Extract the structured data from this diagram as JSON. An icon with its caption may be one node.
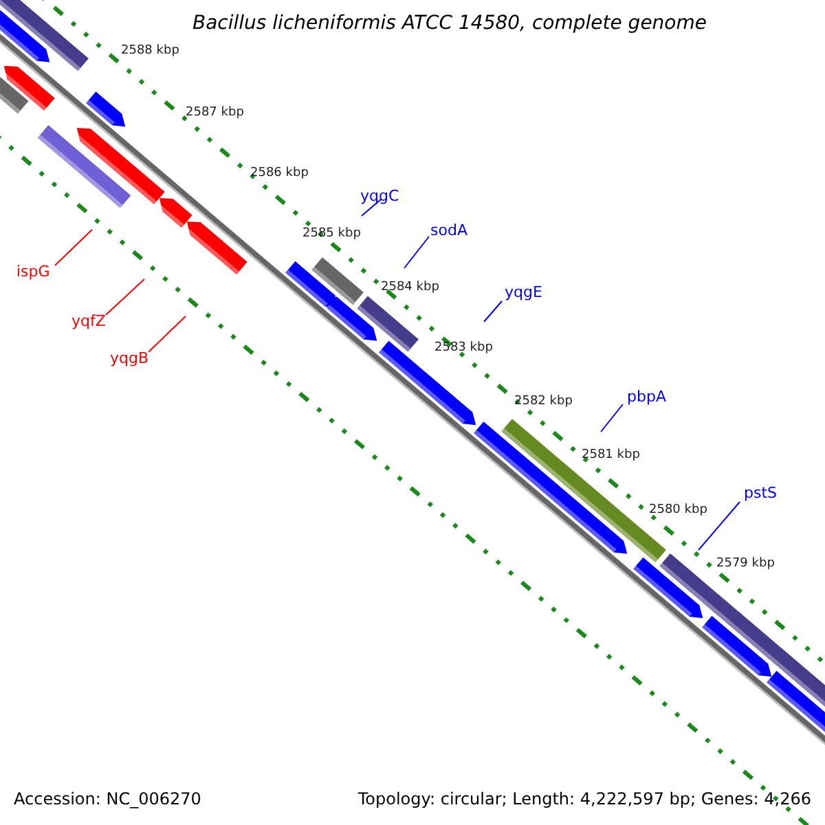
{
  "diagram": {
    "title": "Bacillus licheniformis ATCC 14580, complete genome",
    "nodes": [
      {
        "text": [
          "ispG"
        ]
      },
      {
        "text": [
          "yqfZ"
        ]
      },
      {
        "text": [
          "yqgB"
        ]
      },
      {
        "text": [
          "yqgC"
        ]
      },
      {
        "text": [
          "sodA"
        ]
      },
      {
        "text": [
          "yqgE"
        ]
      },
      {
        "text": [
          "pbpA"
        ]
      },
      {
        "text": [
          "pstS"
        ]
      }
    ],
    "edges": [
      {
        "from": 0,
        "to": null,
        "arrow": "none",
        "color": "#ff0000"
      },
      {
        "from": 1,
        "to": null,
        "arrow": "none",
        "color": "#ff0000"
      },
      {
        "from": 2,
        "to": null,
        "arrow": "none",
        "color": "#ff0000"
      },
      {
        "from": 3,
        "to": null,
        "arrow": "none"
      },
      {
        "from": 4,
        "to": null,
        "arrow": "none"
      },
      {
        "from": 5,
        "to": null,
        "arrow": "none"
      },
      {
        "from": 6,
        "to": null,
        "arrow": "none"
      },
      {
        "from": 7,
        "to": null,
        "arrow": "none"
      }
    ],
    "labels": [
      "2588 kbp",
      "2587 kbp",
      "2586 kbp",
      "2585 kbp",
      "2584 kbp",
      "2583 kbp",
      "2582 kbp",
      "2581 kbp",
      "2580 kbp",
      "2579 kbp",
      "Accession: NC_006270",
      "Topology: circular; Length: 4,222,597 bp; Genes: 4,266"
    ]
  }
}
